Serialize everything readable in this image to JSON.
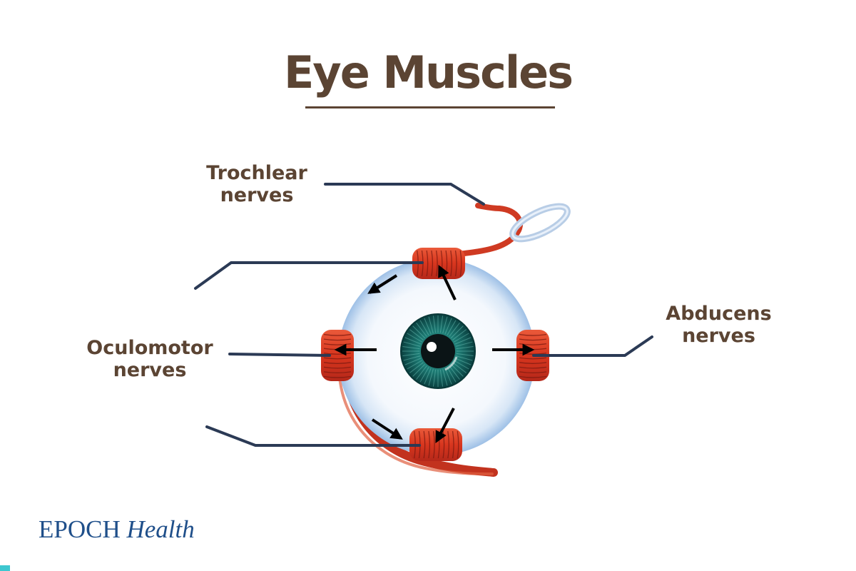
{
  "title": "Eye Muscles",
  "labels": {
    "trochlear": "Trochlear\nnerves",
    "oculomotor": "Oculomotor\nnerves",
    "abducens": "Abducens\nnerves"
  },
  "brand": {
    "part1": "EPOCH",
    "part2": "Health"
  },
  "colors": {
    "title": "#5b4433",
    "line": "#2b3a55",
    "muscle": "#d83a22",
    "iris": "#0f5f5c",
    "brand": "#1f4f8a",
    "accent": "#3ec7d0"
  }
}
